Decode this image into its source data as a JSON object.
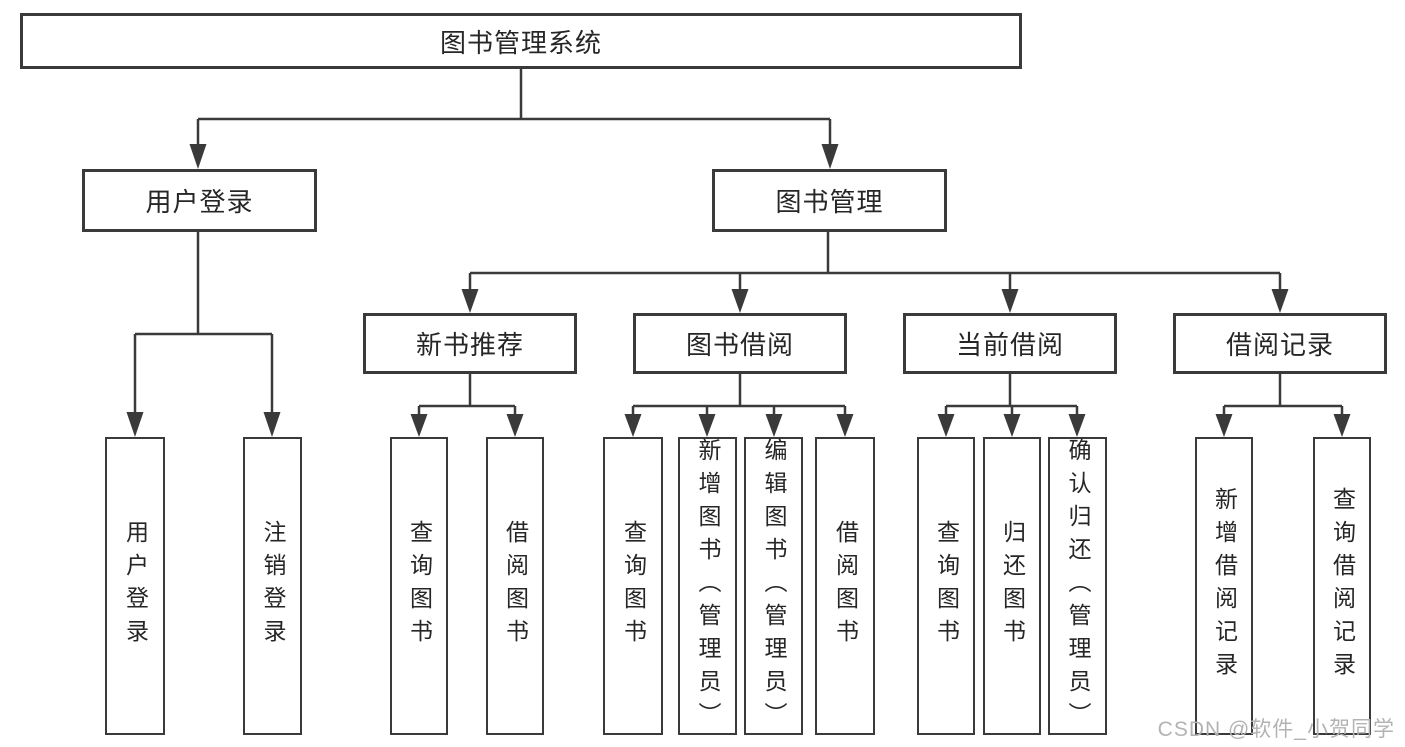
{
  "diagram": {
    "root": {
      "label": "图书管理系统"
    },
    "branches": [
      {
        "label": "用户登录",
        "children": [
          "用户登录",
          "注销登录"
        ]
      },
      {
        "label": "图书管理",
        "sections": [
          {
            "label": "新书推荐",
            "children": [
              "查询图书",
              "借阅图书"
            ]
          },
          {
            "label": "图书借阅",
            "children": [
              "查询图书",
              "新增图书（管理员）",
              "编辑图书（管理员）",
              "借阅图书"
            ]
          },
          {
            "label": "当前借阅",
            "children": [
              "查询图书",
              "归还图书",
              "确认归还（管理员）"
            ]
          },
          {
            "label": "借阅记录",
            "children": [
              "新增借阅记录",
              "查询借阅记录"
            ]
          }
        ]
      }
    ]
  },
  "watermark": {
    "text": "CSDN @软件_小贺同学"
  },
  "colors": {
    "line": "#3a3a3a",
    "box_border": "#3a3a3a",
    "text": "#262626",
    "watermark": "#b3b3b3",
    "background": "#ffffff"
  }
}
